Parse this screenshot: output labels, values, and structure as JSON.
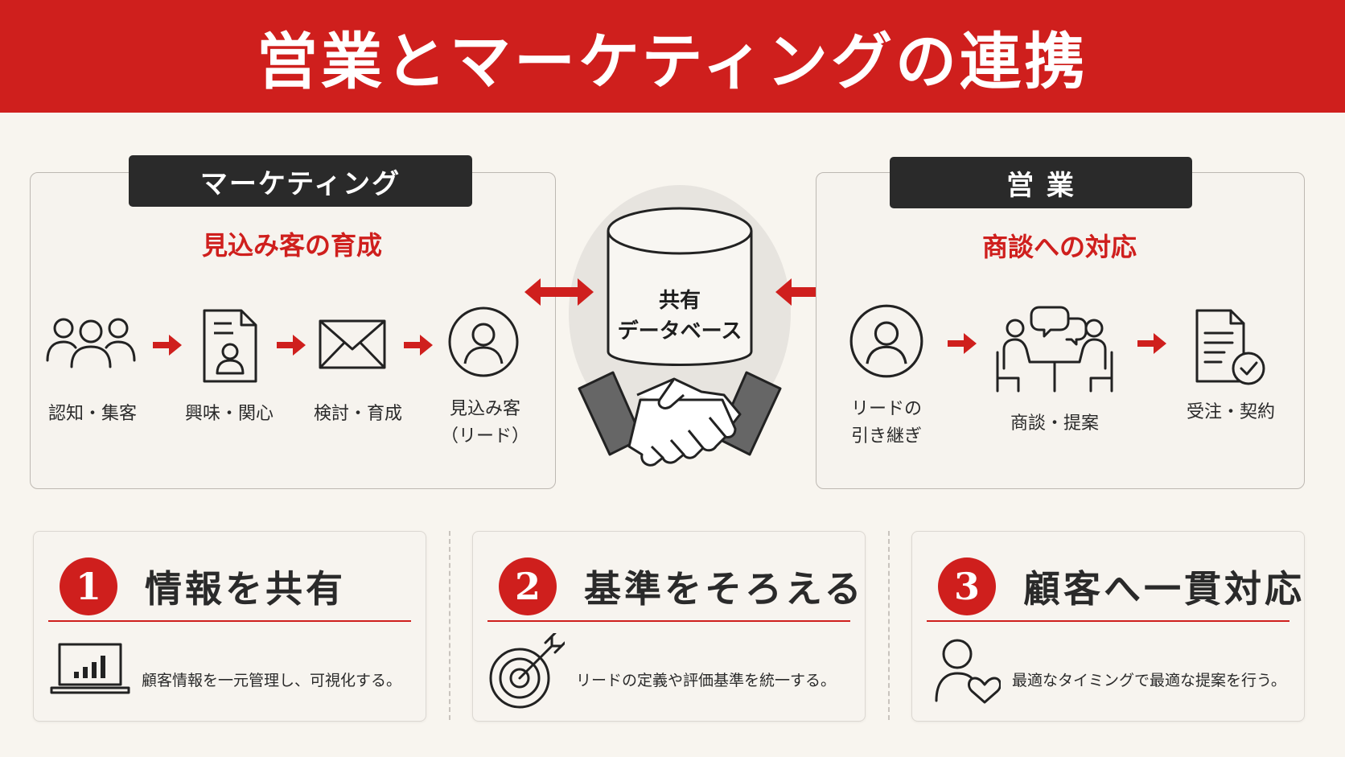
{
  "title": "営業とマーケティングの連携",
  "marketing": {
    "label": "マーケティング",
    "subtitle": "見込み客の育成",
    "steps": [
      {
        "label": "認知・集客",
        "icon": "people-group-icon"
      },
      {
        "label": "興味・関心",
        "icon": "profile-document-icon"
      },
      {
        "label": "検討・育成",
        "icon": "envelope-icon"
      },
      {
        "label": "見込み客\n（リード）",
        "icon": "person-circle-icon"
      }
    ]
  },
  "center": {
    "db_label": "共有\nデータベース",
    "icon": "handshake-icon"
  },
  "sales": {
    "label": "営 業",
    "subtitle": "商談への対応",
    "steps": [
      {
        "label": "リードの\n引き継ぎ",
        "icon": "person-circle-icon"
      },
      {
        "label": "商談・提案",
        "icon": "meeting-icon"
      },
      {
        "label": "受注・契約",
        "icon": "contract-check-icon"
      }
    ]
  },
  "cards": [
    {
      "num": "1",
      "title": "情報を共有",
      "desc": "顧客情報を一元管理し、可視化する。",
      "icon": "laptop-chart-icon"
    },
    {
      "num": "2",
      "title": "基準をそろえる",
      "desc": "リードの定義や評価基準を統一する。",
      "icon": "target-icon"
    },
    {
      "num": "3",
      "title": "顧客へ一貫対応",
      "desc": "最適なタイミングで最適な提案を行う。",
      "icon": "person-heart-icon"
    }
  ],
  "colors": {
    "accent": "#cf1f1d",
    "dark": "#2a2a2a",
    "background": "#f8f5ef"
  }
}
